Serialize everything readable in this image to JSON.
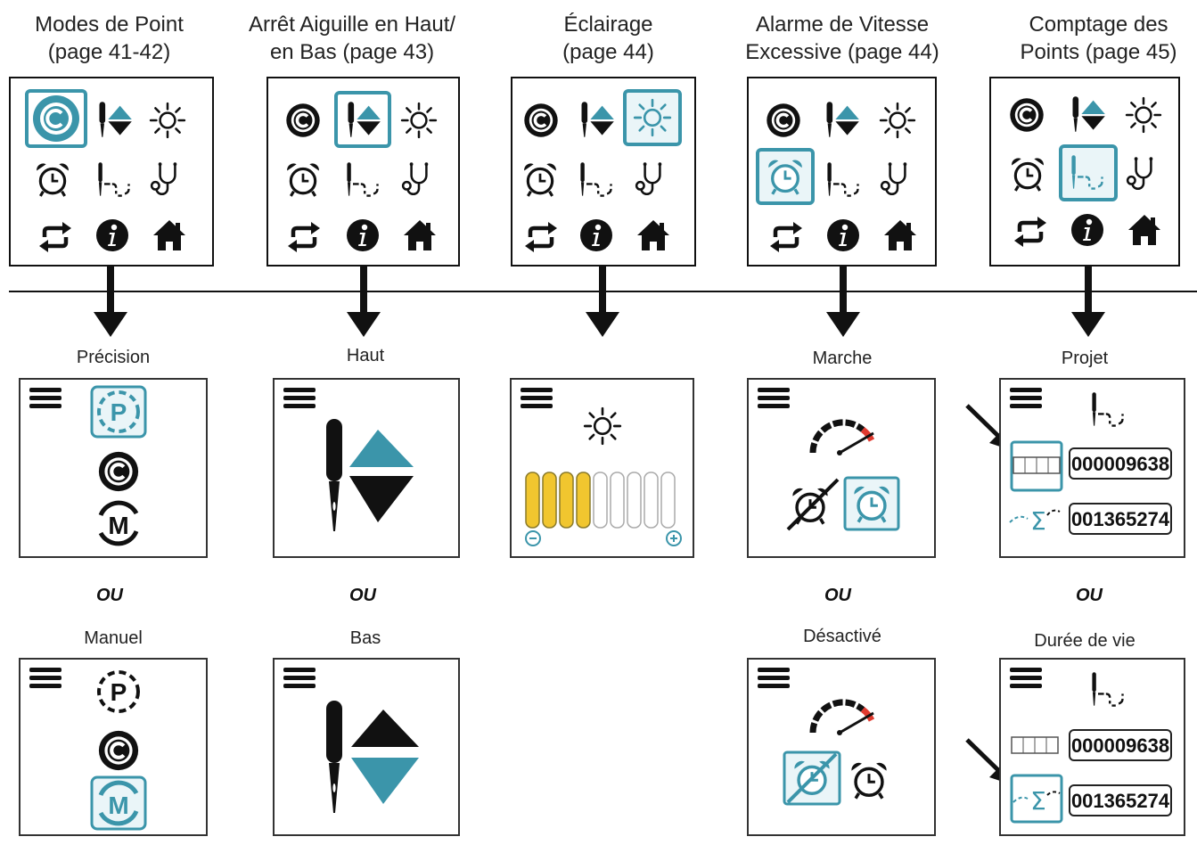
{
  "colors": {
    "accent": "#3b95aa",
    "bar_on": "#f1c62f",
    "speed_red": "#e03a2f",
    "ink": "#111111"
  },
  "columns": [
    {
      "title_line1": "Modes de Point",
      "title_line2": "(page 41-42)"
    },
    {
      "title_line1": "Arrêt Aiguille en Haut/",
      "title_line2": "en Bas (page 43)"
    },
    {
      "title_line1": "Éclairage",
      "title_line2": "(page 44)"
    },
    {
      "title_line1": "Alarme de Vitesse",
      "title_line2": "Excessive (page 44)"
    },
    {
      "title_line1": "Comptage des",
      "title_line2": "Points (page 45)"
    }
  ],
  "menu_icons": [
    "copyright-icon",
    "needle-up-down-icon",
    "sun-icon",
    "alarm-clock-icon",
    "stitch-count-icon",
    "stethoscope-icon",
    "repeat-icon",
    "info-icon",
    "home-icon"
  ],
  "options": {
    "precision": "Précision",
    "manual": "Manuel",
    "up": "Haut",
    "down": "Bas",
    "on": "Marche",
    "off": "Désactivé",
    "project": "Projet",
    "lifetime": "Durée de vie",
    "or": "OU"
  },
  "brightness": {
    "level": 4,
    "max": 9
  },
  "counters": {
    "project": "000009638",
    "lifetime": "001365274",
    "odometer": "3|3|3|4"
  }
}
